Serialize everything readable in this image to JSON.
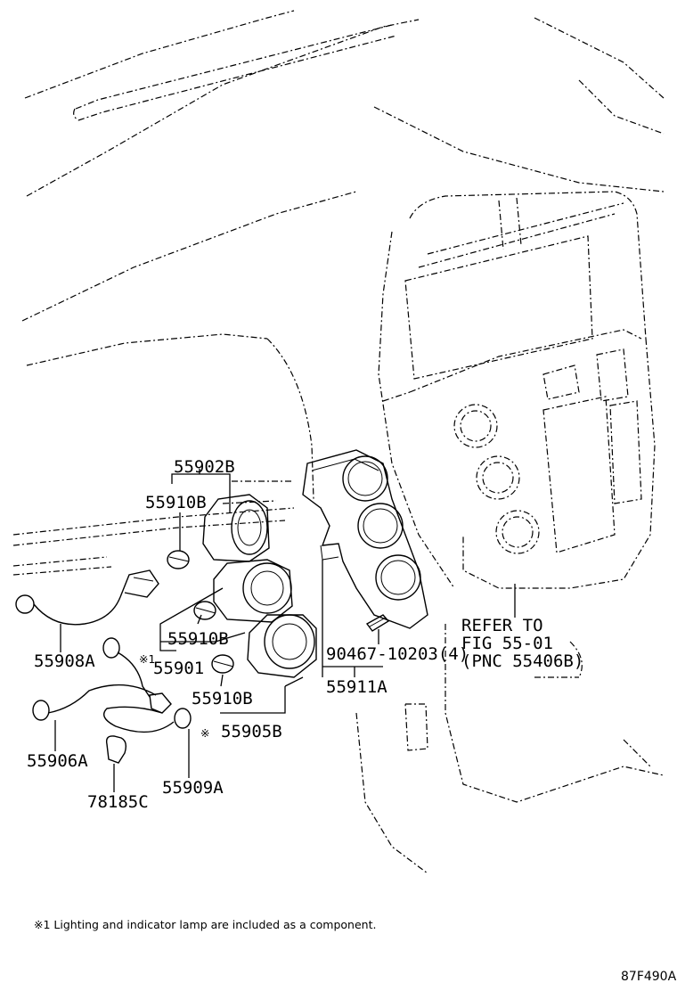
{
  "labels": {
    "p_55902B": "55902B",
    "p_55910B_1": "55910B",
    "p_55910B_2": "55910B",
    "p_55910B_3": "55910B",
    "p_55901": "55901",
    "p_55901_mark": "※1",
    "p_55905B": "55905B",
    "p_55905B_mark": "※",
    "p_55908A": "55908A",
    "p_55906A": "55906A",
    "p_55909A": "55909A",
    "p_78185C": "78185C",
    "p_90467": "90467-10203(4)",
    "p_55911A": "55911A",
    "refer_line1": "REFER TO",
    "refer_line2": "FIG 55-01",
    "refer_line3": "(PNC 55406B)"
  },
  "footnote": "※1 Lighting and indicator lamp are included as a component.",
  "figure_code": "87F490A"
}
